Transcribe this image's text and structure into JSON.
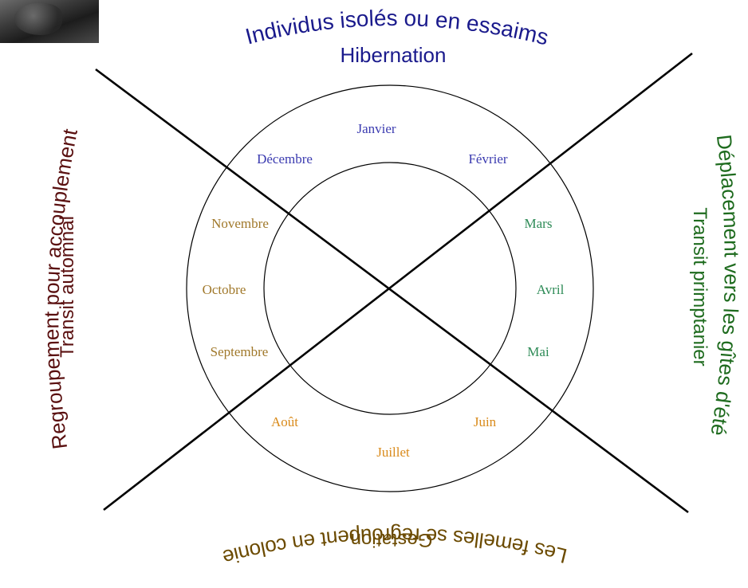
{
  "colors": {
    "winter": "#1a1a8c",
    "spring": "#1e6b1e",
    "summer": "#6b4a00",
    "autumn": "#5a1010",
    "month_winter": "#3b3bb0",
    "month_spring": "#2e8b57",
    "month_summer": "#d98a1a",
    "month_autumn": "#a0782a",
    "lines": "#000000"
  },
  "photo": {
    "icon": "bat-photo"
  },
  "quadrants": {
    "top": {
      "line1": "Individus isolés ou en essaims",
      "line2": "Hibernation"
    },
    "right": {
      "line1": "Déplacement vers les gîtes d'été",
      "line2": "Transit primptanier"
    },
    "bottom": {
      "line1": "Les femelles se regroupent en colonie",
      "line2": "Gestation"
    },
    "left": {
      "line1": "Regroupement pour accouplement",
      "line2": "Transit automnal"
    }
  },
  "months": {
    "janvier": "Janvier",
    "fevrier": "Février",
    "mars": "Mars",
    "avril": "Avril",
    "mai": "Mai",
    "juin": "Juin",
    "juillet": "Juillet",
    "aout": "Août",
    "septembre": "Septembre",
    "octobre": "Octobre",
    "novembre": "Novembre",
    "decembre": "Décembre"
  }
}
